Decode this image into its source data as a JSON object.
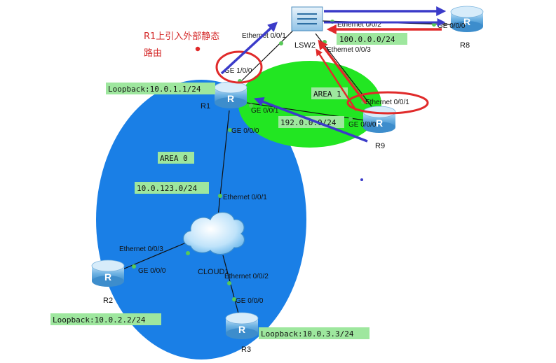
{
  "colors": {
    "area0": "#1a7fe6",
    "area1": "#22e622",
    "label_bg": "#9ee79e",
    "red": "#e02a2a",
    "blue": "#3b3bc9",
    "port_dot": "#57c957",
    "router_body": "#5fa8dc"
  },
  "annotation": {
    "line1": "R1上引入外部静态",
    "line2": "路由"
  },
  "areas": {
    "area0": "AREA 0",
    "area1": "AREA 1"
  },
  "networks": {
    "loopback_r1": "Loopback:10.0.1.1/24",
    "loopback_r2": "Loopback:10.0.2.2/24",
    "loopback_r3": "Loopback:10.0.3.3/24",
    "net_10_0_123": "10.0.123.0/24",
    "net_100": "100.0.0.0/24",
    "net_192": "192.0.0.0/24"
  },
  "devices": {
    "r1": {
      "name": "R1",
      "icon": "router-icon"
    },
    "r2": {
      "name": "R2",
      "icon": "router-icon"
    },
    "r3": {
      "name": "R3",
      "icon": "router-icon"
    },
    "r8": {
      "name": "R8",
      "icon": "router-icon"
    },
    "r9": {
      "name": "R9",
      "icon": "router-icon"
    },
    "lsw2": {
      "name": "LSW2",
      "icon": "switch-icon"
    },
    "cloud1": {
      "name": "CLOUD1",
      "icon": "cloud-icon"
    }
  },
  "ports": {
    "lsw2_e001": "Ethernet 0/0/1",
    "lsw2_e002": "Ethernet 0/0/2",
    "lsw2_e003": "Ethernet 0/0/3",
    "r8_ge000": "GE 0/0/0",
    "r1_ge100": "GE 1/0/0",
    "r1_ge001": "GE 0/0/1",
    "r1_ge000": "GE 0/0/0",
    "r9_e001": "Ethernet 0/0/1",
    "r9_ge000": "GE 0/0/0",
    "cloud_e001": "Ethernet 0/0/1",
    "cloud_e003": "Ethernet 0/0/3",
    "cloud_e002": "Ethernet 0/0/2",
    "r2_ge000": "GE 0/0/0",
    "r3_ge000": "GE 0/0/0"
  }
}
